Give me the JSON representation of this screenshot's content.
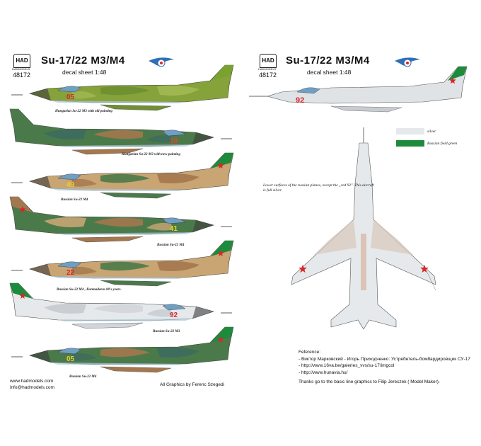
{
  "left": {
    "logo": "HAD",
    "brand_small": "HADMODELS",
    "code": "48172",
    "title": "Su-17/22 M3/M4",
    "subtitle": "decal sheet 1:48",
    "captions": [
      "Hungarian Su-22 M3 with old painting",
      "Hungarian Su-22 M3 with new painting",
      "Russian Su-22 M4",
      "Russian Su-22 M4",
      "Russian Su-22 M4 , Kunmadaras 80's years.",
      "Russian Su-22 M3",
      "Russian Su-22 M4"
    ],
    "numbers": [
      "05",
      "10",
      "49",
      "41",
      "22",
      "92",
      "05"
    ],
    "website": "www.hadmodels.com",
    "email": "info@hadmodels.com",
    "credit": "All Graphics by Ferenc Szegedi"
  },
  "right": {
    "logo": "HAD",
    "brand_small": "HADMODELS",
    "code": "48172",
    "title": "Su-17/22 M3/M4",
    "subtitle": "decal sheet 1:48",
    "top_number": "92",
    "legend": [
      {
        "label": "silver",
        "color": "#e6e9ec"
      },
      {
        "label": "Russian field green",
        "color": "#1e8a3c"
      }
    ],
    "note": "Lower surfaces of the russian planes, except the „red 92\". This aircraft is full silver.",
    "references_title": "Feference:",
    "references": [
      "- Виктор Марковский - Игорь Приходченко: Устребетель-бомбардировщик СУ-17",
      "- http://www.16va.be/galeries_vvs/su-17/imgcol",
      "- http://www.hunavia.hu/"
    ],
    "thanks": "Thanks  go to the basic line graphics to Filip Jereczek ( Model Maker)."
  },
  "colors": {
    "red_star": "#d8262a",
    "russian_green": "#1e8a3c",
    "silver": "#e6e9ec",
    "hungary_green": "#86a23a",
    "camo_brown": "#a4774e",
    "camo_green": "#4b7a4a",
    "camo_tan": "#c9a574",
    "underside_blue": "#a9c7d6",
    "canopy_blue": "#6f9fc4"
  }
}
